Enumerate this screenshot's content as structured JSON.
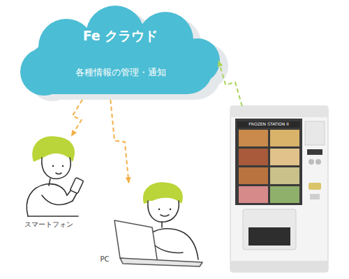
{
  "diagram": {
    "nodes": [
      {
        "text": [
          "Fe クラウド",
          "各種情報の管理・通知"
        ]
      },
      {
        "text": [
          "スマートフォン"
        ]
      },
      {
        "text": [
          "PC"
        ]
      },
      {
        "text": [
          "FROZEN STATION II"
        ]
      }
    ],
    "edges": [
      {
        "from": 3,
        "to": 0,
        "arrow": "to"
      },
      {
        "from": 0,
        "to": 1,
        "arrow": "to"
      },
      {
        "from": 0,
        "to": 2,
        "arrow": "to"
      }
    ]
  }
}
